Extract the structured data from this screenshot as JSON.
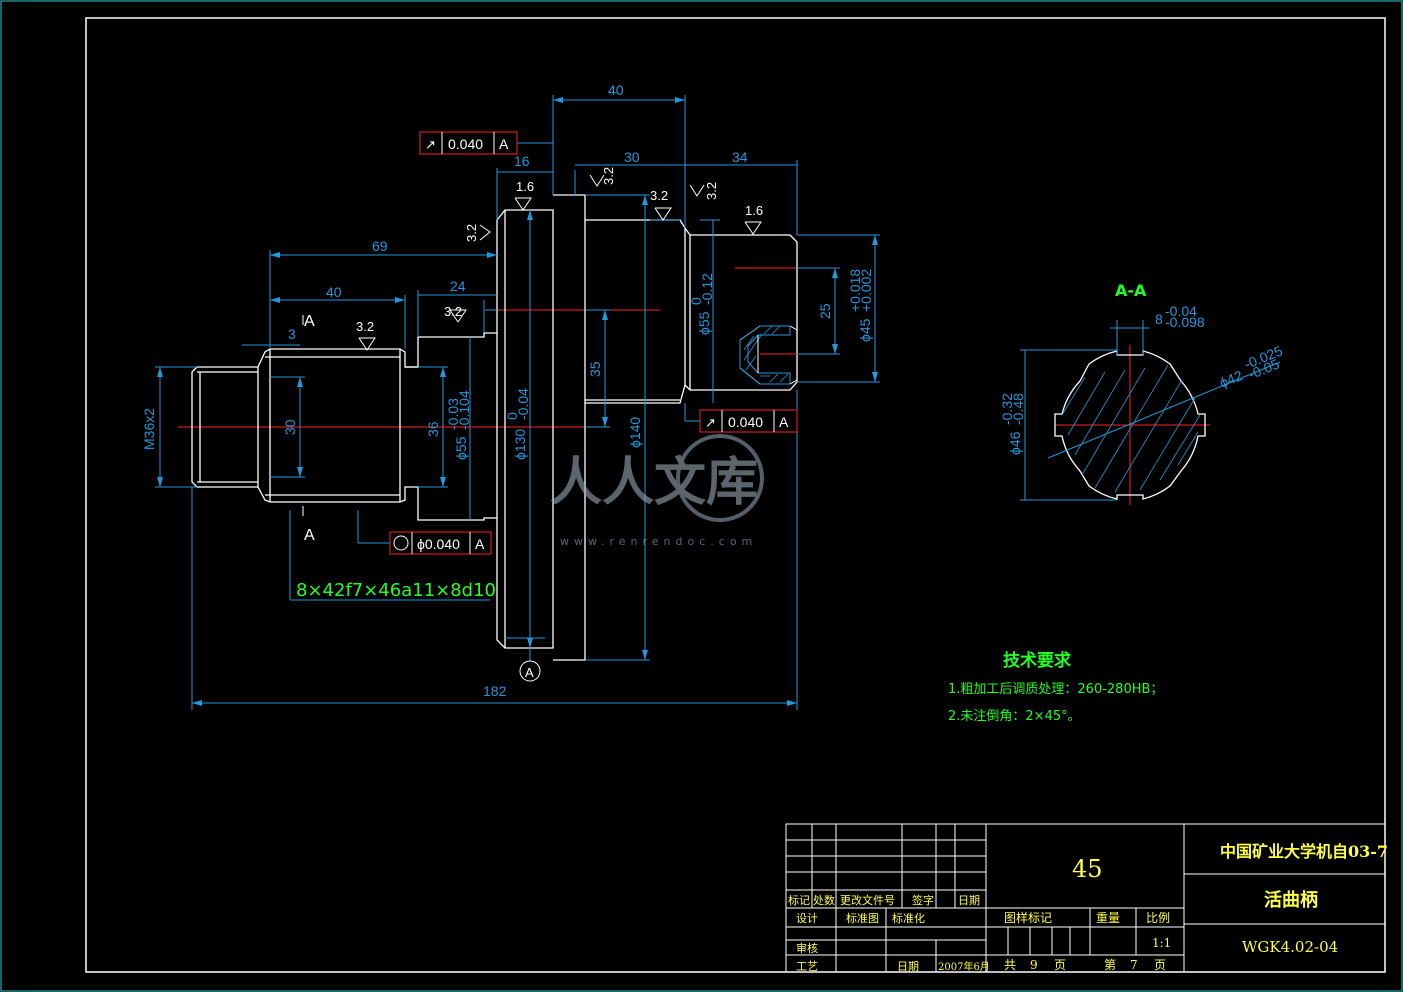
{
  "dims": {
    "d40_top": "40",
    "d16": "16",
    "d30": "30",
    "d34": "34",
    "d69": "69",
    "d40_left": "40",
    "d24": "24",
    "d3": "3",
    "d182": "182",
    "d30_v": "30",
    "d36": "36",
    "d35": "35",
    "d25": "25",
    "d140": "ϕ140",
    "d55b": "ϕ55",
    "d55b_tol_u": "-0.03",
    "d55b_tol_l": "-0.104",
    "d130": "ϕ130",
    "d130_tol_u": "0",
    "d130_tol_l": "-0.04",
    "d55t": "ϕ55",
    "d55t_tol_u": "0",
    "d55t_tol_l": "-0.12",
    "d45": "ϕ45",
    "d45_tol_u": "+0.018",
    "d45_tol_l": "+0.002",
    "m36": "M36x2",
    "spline_w": "8",
    "spline_w_tol_u": "-0.04",
    "spline_w_tol_l": "-0.098",
    "d42": "ϕ42",
    "d42_tol_u": "-0.025",
    "d42_tol_l": "-0.05",
    "d46": "ϕ46",
    "d46_tol_u": "-0.32",
    "d46_tol_l": "-0.48"
  },
  "roughness": {
    "r1": "1.6",
    "r2": "3.2",
    "r3": "3.2",
    "r4": "3.2",
    "r5": "1.6",
    "r6": "3.2",
    "r7": "3.2",
    "r8": "3.2"
  },
  "tolerance_frames": {
    "top": {
      "symbol": "↗",
      "value": "0.040",
      "datum": "A"
    },
    "right": {
      "symbol": "↗",
      "value": "0.040",
      "datum": "A"
    },
    "bottom": {
      "symbol": "◎",
      "value": "ϕ0.040",
      "datum": "A"
    }
  },
  "labels": {
    "section_a_top": "A",
    "section_a_bottom": "A",
    "datum_a": "A",
    "spline_spec": "8×42f7×46a11×8d10",
    "section_title": "A-A"
  },
  "notes": {
    "title": "技术要求",
    "line1": "1.粗加工后调质处理：260-280HB；",
    "line2": "2.未注倒角：2×45°。"
  },
  "title_block": {
    "material": "45",
    "school": "中国矿业大学机自03-7",
    "part_name": "活曲柄",
    "drawing_no": "WGK4.02-04",
    "h_mark": "标记",
    "h_count": "处数",
    "h_file": "更改文件号",
    "h_sign": "签字",
    "h_date": "日期",
    "designer": "设计",
    "std1": "标准图",
    "std2": "标准化",
    "check": "审核",
    "process": "工艺",
    "date_label": "日期",
    "date_val": "2007年6月",
    "stage": "图样标记",
    "weight": "重量",
    "ratio": "比例",
    "ratio_val": "1:1",
    "total": "共",
    "total_n": "9",
    "page": "页",
    "sheet": "第",
    "sheet_n": "7",
    "page2": "页"
  },
  "watermark": {
    "text": "人人文库",
    "url": "www.renrendoc.com"
  },
  "colors": {
    "background": "#000000",
    "outline": "#ffffff",
    "dimension": "#2299dd",
    "centerline": "#ff2222",
    "text_green": "#22ff22",
    "title_yellow": "#ffff44"
  }
}
